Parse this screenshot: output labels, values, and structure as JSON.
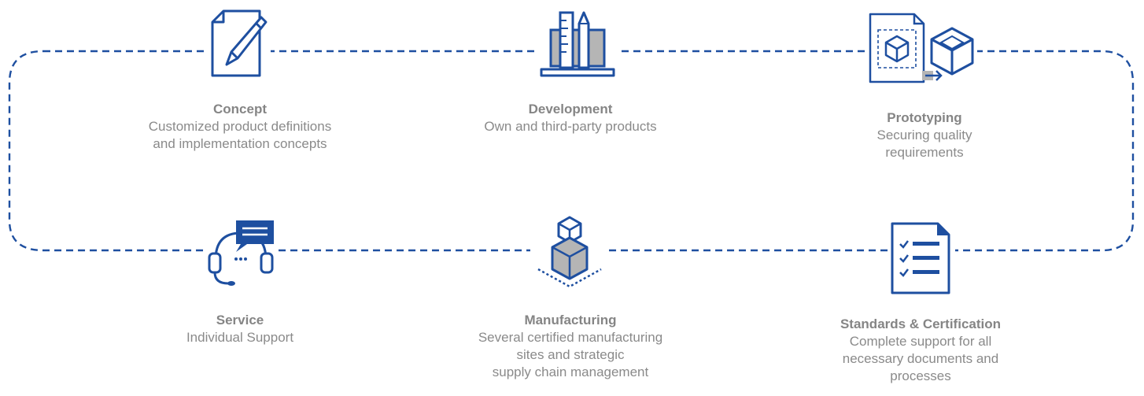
{
  "colors": {
    "accent": "#1e4fa0",
    "text": "#8a8a8a",
    "fill_gray": "#b5b5b5"
  },
  "steps": [
    {
      "title": "Concept",
      "desc_lines": [
        "Customized product definitions",
        "and implementation concepts"
      ],
      "icon": "pencil-document-icon"
    },
    {
      "title": "Development",
      "desc_lines": [
        "Own and third-party products"
      ],
      "icon": "laptop-ruler-pencil-icon"
    },
    {
      "title": "Prototyping",
      "desc_lines": [
        "Securing quality",
        "requirements"
      ],
      "icon": "3d-cube-model-icon"
    },
    {
      "title": "Service",
      "desc_lines": [
        "Individual Support"
      ],
      "icon": "headset-chat-icon"
    },
    {
      "title": "Manufacturing",
      "desc_lines": [
        "Several certified manufacturing",
        "sites and strategic",
        "supply chain management"
      ],
      "icon": "stacked-boxes-icon"
    },
    {
      "title": "Standards & Certification",
      "desc_lines": [
        "Complete support for all",
        "necessary documents and",
        "processes"
      ],
      "icon": "checklist-document-icon"
    }
  ]
}
